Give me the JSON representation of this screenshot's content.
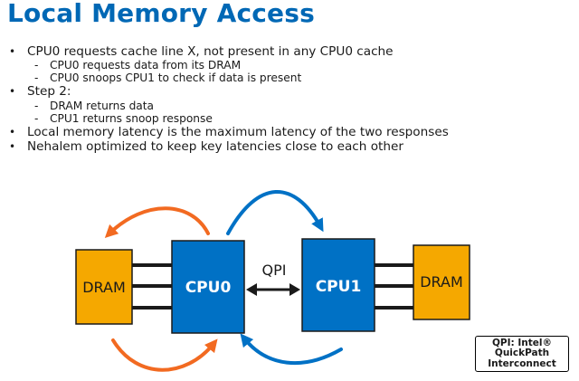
{
  "slide": {
    "title": "Local Memory Access",
    "bullets": [
      {
        "text": "CPU0 requests cache line X, not present in any CPU0 cache",
        "sub": [
          "CPU0 requests data from its DRAM",
          "CPU0 snoops CPU1 to check if data is present"
        ]
      },
      {
        "text": "Step 2:",
        "sub": [
          "DRAM returns data",
          "CPU1 returns snoop response"
        ]
      },
      {
        "text": "Local memory latency is the maximum latency of the two responses",
        "sub": []
      },
      {
        "text": "Nehalem optimized to keep key latencies close to each other",
        "sub": []
      }
    ],
    "bullet_glyph": "•",
    "sub_glyph": "-"
  },
  "diagram": {
    "dram_left_label": "DRAM",
    "cpu0_label": "CPU0",
    "qpi_label": "QPI",
    "cpu1_label": "CPU1",
    "dram_right_label": "DRAM",
    "colors": {
      "cpu": "#0071c5",
      "dram": "#f5a800",
      "orange_arrow": "#f26a21",
      "blue_arrow": "#0071c5",
      "title": "#0068b5"
    }
  },
  "legend_box": {
    "line1": "QPI: Intel®",
    "line2": "QuickPath",
    "line3": "Interconnect"
  }
}
